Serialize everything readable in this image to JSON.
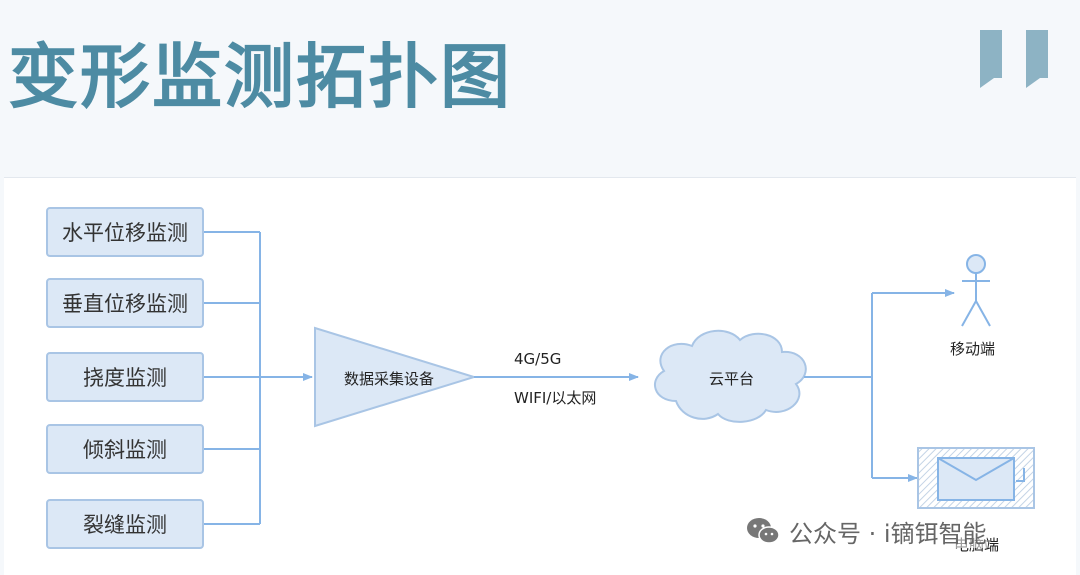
{
  "title": "变形监测拓扑图",
  "monitors": [
    "水平位移监测",
    "垂直位移监测",
    "挠度监测",
    "倾斜监测",
    "裂缝监测"
  ],
  "device": "数据采集设备",
  "link_top": "4G/5G",
  "link_bottom": "WIFI/以太网",
  "cloud": "云平台",
  "mobile": "移动端",
  "pc": "电脑端",
  "watermark": "公众号 · i镝铒智能",
  "colors": {
    "title": "#4d8ba3",
    "line": "#86b4e6",
    "fill": "#dce8f6",
    "stroke": "#a9c5e5"
  }
}
